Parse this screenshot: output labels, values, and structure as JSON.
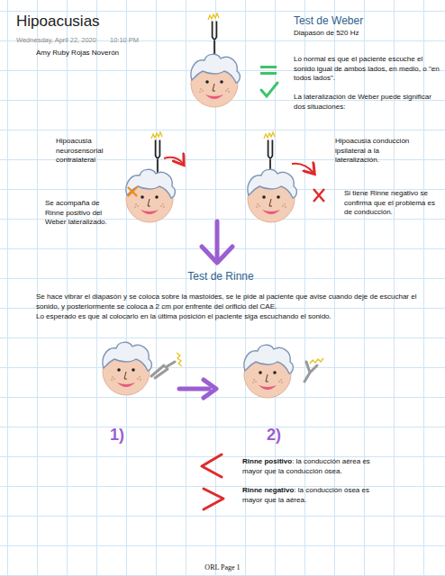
{
  "diagram": {
    "title": "Hipoacusias",
    "labels": [
      "Wednesday, April 22, 2020",
      "10:10 PM",
      "Amy Ruby Rojas Noverón",
      "Test de Weber",
      "Diapasón de 520 Hz",
      "Lo normal es que el paciente escuche el sonido igual de ambos lados, en medio, o \"en todos lados\".",
      "La lateralización de Weber puede significar dos situaciones:",
      "Hipoacusia neurosensorial contralateral",
      "Se acompaña  de Rinne positivo del Weber lateralizado.",
      "Hipoacusia conducción ipsilateral a la lateralización.",
      "Si tiene Rinne negativo se confirma que el problema es de conducción.",
      "Test de Rinne",
      "Se hace vibrar el diapasón y se coloca sobre la mastoides, se le pide al paciente que avise cuando deje de escuchar el sonido, y posteriormente se coloca a 2 cm por enfrente del orificio del CAE.",
      "Lo esperado es que al colocarlo en la última posición el paciente siga escuchando el sonido.",
      "1)",
      "2)",
      "Rinne positivo",
      ": la conducción aérea es mayor  que la conducción ósea.",
      "Rinne negativo",
      ": la conducción ósea es mayor que la aérea.",
      "ORL Page 1"
    ]
  }
}
